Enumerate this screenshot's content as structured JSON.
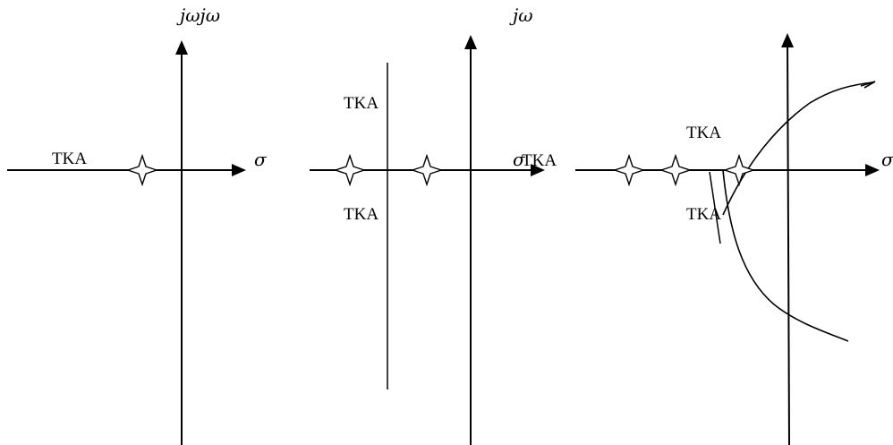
{
  "panel1": {
    "vertical_axis_label": "jωjω",
    "horizontal_axis_label": "σ",
    "annotations": [
      "TKA"
    ]
  },
  "panel2": {
    "vertical_axis_label": "jω",
    "horizontal_axis_label": "σ",
    "annotations": [
      "TKA",
      "TKA",
      "TKA"
    ]
  },
  "panel3": {
    "horizontal_axis_label": "σ",
    "annotations": [
      "TKA",
      "TKA"
    ]
  },
  "marker_icon": "four-point-star-pole-icon"
}
